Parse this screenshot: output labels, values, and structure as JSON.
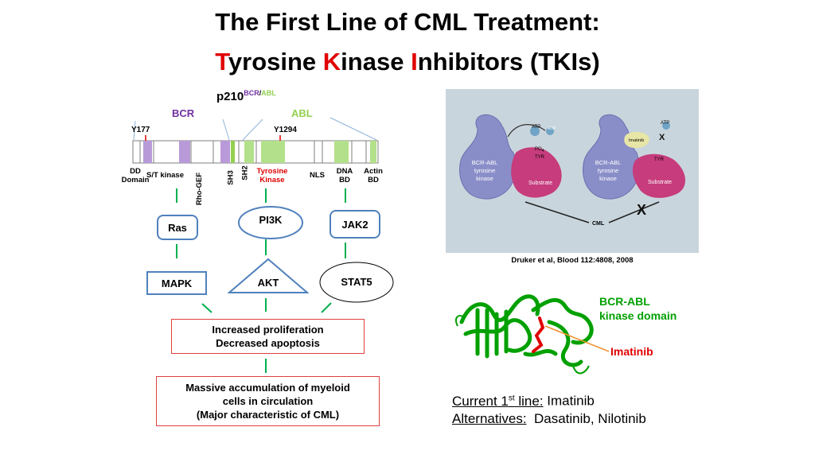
{
  "title": {
    "line1": "The First Line of CML Treatment:",
    "line2_parts": [
      {
        "text": "T",
        "color": "#e00000"
      },
      {
        "text": "yrosine ",
        "color": "#000000"
      },
      {
        "text": "K",
        "color": "#e00000"
      },
      {
        "text": "inase ",
        "color": "#000000"
      },
      {
        "text": "I",
        "color": "#e00000"
      },
      {
        "text": "nhibitors (TKIs)",
        "color": "#000000"
      }
    ]
  },
  "protein": {
    "name": "p210",
    "sup_bcr": "BCR",
    "sup_slash": "/",
    "sup_abl": "ABL",
    "bcr_label": "BCR",
    "abl_label": "ABL",
    "y177": "Y177",
    "y1294": "Y1294",
    "domains": {
      "dd": "DD",
      "domain": "Domain",
      "st_kinase": "S/T kinase",
      "rho_gef": "Rho-GEF",
      "sh3": "SH3",
      "sh2": "SH2",
      "tyrosine": "Tyrosine",
      "kinase": "Kinase",
      "nls": "NLS",
      "dna": "DNA",
      "dna_bd": "BD",
      "actin": "Actin",
      "actin_bd": "BD"
    },
    "colors": {
      "bcr": "#7030a0",
      "abl": "#92d050",
      "bcr_light": "#c6a6e0",
      "abl_light": "#b3e08a"
    }
  },
  "pathway": {
    "ras": "Ras",
    "mapk": "MAPK",
    "pi3k": "PI3K",
    "akt": "AKT",
    "jak2": "JAK2",
    "stat5": "STAT5",
    "effect_line1": "Increased proliferation",
    "effect_line2": "Decreased apoptosis",
    "outcome_line1": "Massive accumulation of myeloid",
    "outcome_line2": "cells in circulation",
    "outcome_line3": "(Major characteristic of CML)"
  },
  "mechanism": {
    "atp1": "ATP",
    "adp1": "ADP",
    "po4": "PO",
    "po4_sub": "4",
    "tyr1": "TYR",
    "bcr_abl_1": "BCR-ABL",
    "tyrosine_1": "tyrosine",
    "kinase_1": "kinase",
    "substrate_1": "Substrate",
    "atp2": "ATP",
    "imatinib_small": "Imatinib",
    "tyr2": "TYR",
    "bcr_abl_2": "BCR-ABL",
    "tyrosine_2": "tyrosine",
    "kinase_2": "kinase",
    "substrate_2": "Substrate",
    "cml": "CML",
    "citation": "Druker et al, Blood 112:4808, 2008"
  },
  "structure": {
    "domain_line1": "BCR-ABL",
    "domain_line2": "kinase domain",
    "drug": "Imatinib",
    "green": "#00a000",
    "drug_color": "#e00000"
  },
  "lines": {
    "current_label": "Current 1",
    "current_sup": "st",
    "current_label_end": " line:",
    "current_value": " Imatinib",
    "alt_label": "Alternatives:",
    "alt_value": "  Dasatinib, Nilotinib"
  }
}
